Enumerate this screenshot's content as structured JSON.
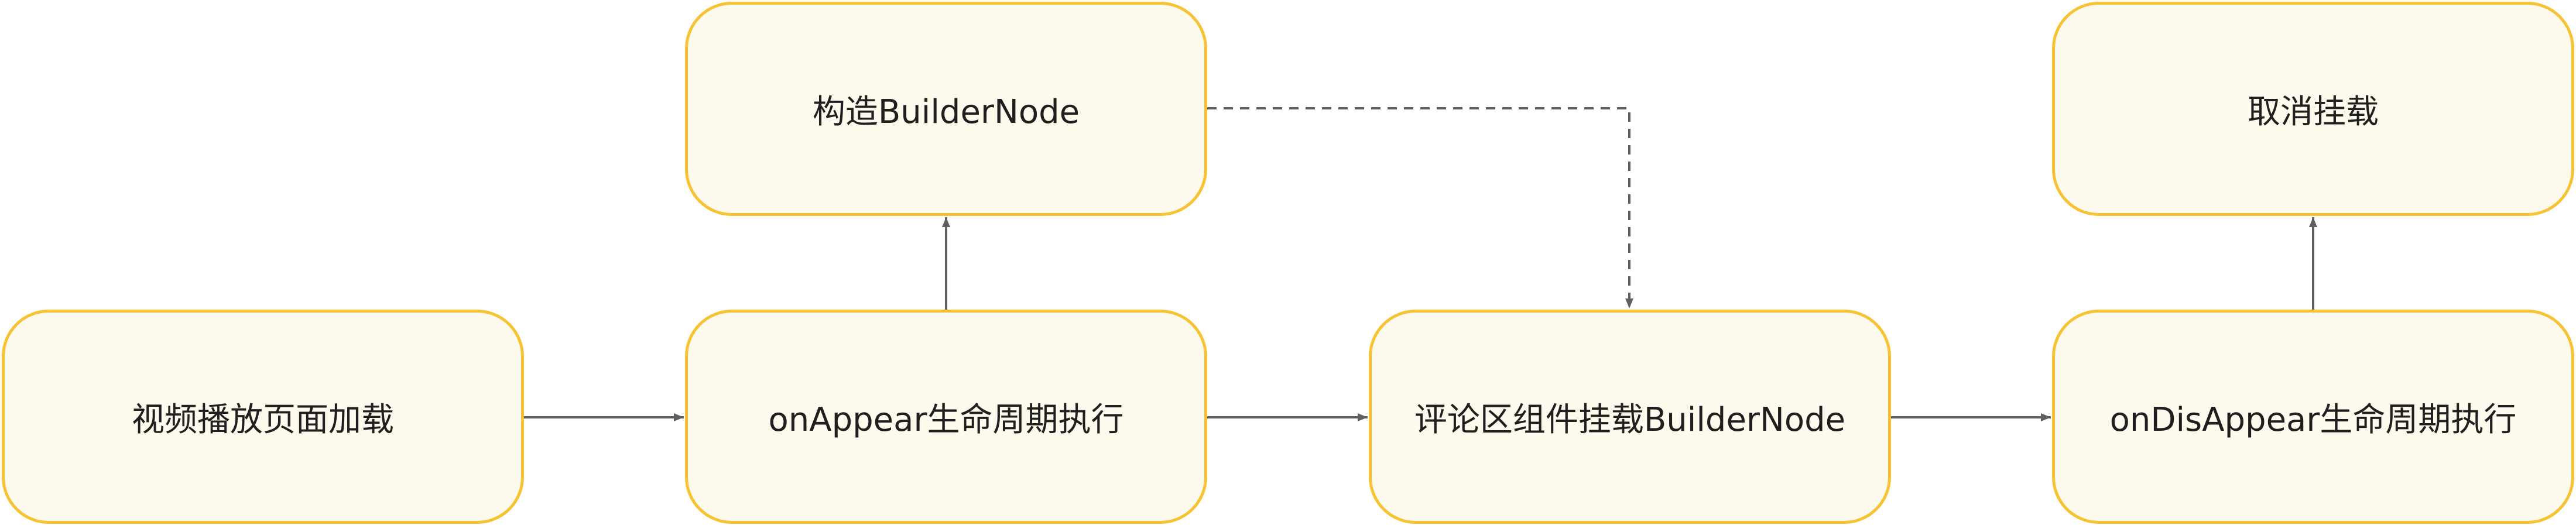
{
  "diagram": {
    "nodes": [
      {
        "id": "n1",
        "label": "视频播放页面加载"
      },
      {
        "id": "n2",
        "label": "onAppear生命周期执行"
      },
      {
        "id": "n3",
        "label": "构造BuilderNode"
      },
      {
        "id": "n4",
        "label": "评论区组件挂载BuilderNode"
      },
      {
        "id": "n5",
        "label": "onDisAppear生命周期执行"
      },
      {
        "id": "n6",
        "label": "取消挂载"
      }
    ],
    "edges": [
      {
        "from": "n1",
        "to": "n2",
        "style": "solid"
      },
      {
        "from": "n2",
        "to": "n3",
        "style": "solid"
      },
      {
        "from": "n2",
        "to": "n4",
        "style": "solid"
      },
      {
        "from": "n3",
        "to": "n4",
        "style": "dashed"
      },
      {
        "from": "n4",
        "to": "n5",
        "style": "solid"
      },
      {
        "from": "n5",
        "to": "n6",
        "style": "solid"
      }
    ],
    "colors": {
      "node_fill": "#fdf9ec",
      "node_border": "#f5c333",
      "edge": "#5f5f5f",
      "text": "#1f1f1f"
    }
  }
}
